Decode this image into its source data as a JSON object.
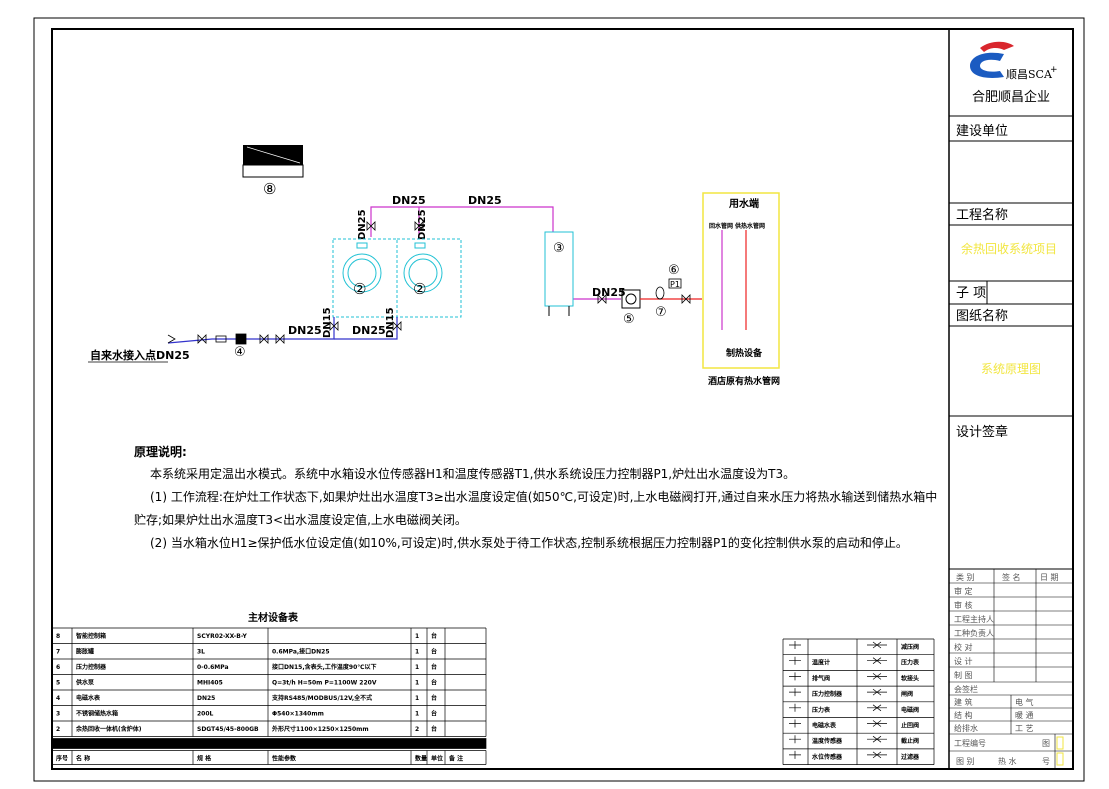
{
  "title_block": {
    "logo_text": "顺昌SCA",
    "logo_mark": "+",
    "company": "合肥顺昌企业",
    "build_unit_label": "建设单位",
    "project_name_label": "工程名称",
    "project_name_value": "余热回收系统项目",
    "subitem_label": "子 项",
    "drawing_name_label": "图纸名称",
    "drawing_name_value": "系统原理图",
    "signature_label": "设计签章",
    "sign_header": [
      "类 别",
      "签 名",
      "日 期"
    ],
    "sign_rows": [
      "审 定",
      "审 核",
      "工程主持人",
      "工种负责人",
      "校 对",
      "设 计",
      "制 图"
    ],
    "countersign_label": "会签栏",
    "countersign_rows": [
      [
        "建 筑",
        "电 气"
      ],
      [
        "结 构",
        "暖 通"
      ],
      [
        "给排水",
        "工 艺"
      ]
    ],
    "drawing_no_label": "工程编号",
    "drawing_no_right": "图",
    "bottom_row": [
      "图 别",
      "热 水",
      "号"
    ]
  },
  "diagram": {
    "dn25_top_left": "DN25",
    "dn25_top_right": "DN25",
    "dn25_vertical_1": "DN25",
    "dn25_vertical_2": "DN25",
    "dn15_vertical_1": "DN15",
    "dn15_vertical_2": "DN15",
    "dn25_bottom": "DN25",
    "dn25_inlet": "DN25",
    "dn25_pump": "DN25",
    "inlet_label": "自来水接入点DN25",
    "tag_2a": "②",
    "tag_2b": "②",
    "tag_3": "③",
    "tag_4": "④",
    "tag_5": "⑤",
    "tag_6": "⑥",
    "tag_7": "⑦",
    "tag_8": "⑧",
    "p1": "P1",
    "use_end": "用水端",
    "return_pipe": "回水管网",
    "supply_pipe": "供热水管网",
    "heating_equipment": "制热设备",
    "hotel_network": "酒店原有热水管网"
  },
  "notes": {
    "heading": "原理说明:",
    "p1": "本系统采用定温出水模式。系统中水箱设水位传感器H1和温度传感器T1,供水系统设压力控制器P1,炉灶出水温度设为T3。",
    "p2a": "(1) 工作流程:在炉灶工作状态下,如果炉灶出水温度T3≥出水温度设定值(如50℃,可设定)时,上水电磁阀打开,通过自来水压力将热水输送到储热水箱中",
    "p2b": "贮存;如果炉灶出水温度T3<出水温度设定值,上水电磁阀关闭。",
    "p3": "(2) 当水箱水位H1≥保护低水位设定值(如10%,可设定)时,供水泵处于待工作状态,控制系统根据压力控制器P1的变化控制供水泵的启动和停止。"
  },
  "equipment_table": {
    "title": "主材设备表",
    "rows": [
      [
        "8",
        "智能控制箱",
        "SCYR02-XX-B-Y",
        "",
        "1",
        "台"
      ],
      [
        "7",
        "膨胀罐",
        "3L",
        "0.6MPa,接口DN25",
        "1",
        "台"
      ],
      [
        "6",
        "压力控制器",
        "0-0.6MPa",
        "接口DN15,含表头,工作温度90℃以下",
        "1",
        "台"
      ],
      [
        "5",
        "供水泵",
        "MHI405",
        "Q=3t/h H=50m P=1100W 220V",
        "1",
        "台"
      ],
      [
        "4",
        "电磁水表",
        "DN25",
        "支持RS485/MODBUS/12V,全不式",
        "1",
        "台"
      ],
      [
        "3",
        "不锈钢储热水箱",
        "200L",
        "Φ540×1340mm",
        "1",
        "台"
      ],
      [
        "2",
        "余热回收一体机(含炉体)",
        "SDGT45/45-800GB",
        "外形尺寸1100×1250×1250mm",
        "2",
        "台"
      ]
    ],
    "header": [
      "序号",
      "名 称",
      "规 格",
      "性能参数",
      "数量",
      "单位",
      "备 注"
    ]
  },
  "legend": {
    "rows": [
      [
        "",
        "",
        "",
        "减压阀"
      ],
      [
        "温度计",
        "",
        "",
        "压力表"
      ],
      [
        "排气阀",
        "",
        "",
        "软接头"
      ],
      [
        "压力控制器",
        "",
        "",
        "闸阀"
      ],
      [
        "压力表",
        "",
        "",
        "电磁阀"
      ],
      [
        "电磁水表",
        "",
        "",
        "止回阀"
      ],
      [
        "温度传感器",
        "",
        "",
        "截止阀"
      ],
      [
        "水位传感器",
        "",
        "",
        "过滤器"
      ]
    ]
  },
  "colors": {
    "pipe_magenta": "#cc33cc",
    "pipe_blue": "#3333cc",
    "pipe_red": "#ee2222",
    "equipment_cyan": "#22c2d4",
    "highlight_yellow": "#f2e640",
    "logo_blue": "#1b5bc1",
    "logo_red": "#d9262d"
  }
}
